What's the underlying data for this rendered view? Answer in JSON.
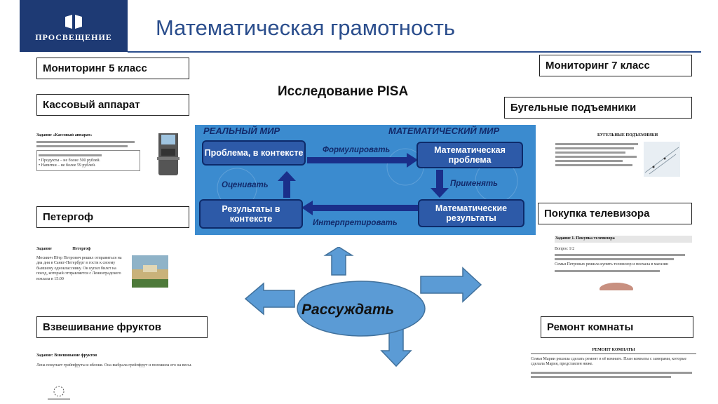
{
  "header": {
    "logo_text": "ПРОСВЕЩЕНИЕ",
    "title": "Математическая грамотность"
  },
  "subheading": "Исследование PISA",
  "left_items": [
    {
      "label": "Мониторинг 5 класс"
    },
    {
      "label": "Кассовый аппарат"
    },
    {
      "label": "Петергоф"
    },
    {
      "label": "Взвешивание фруктов"
    }
  ],
  "right_items": [
    {
      "label": "Мониторинг 7 класс"
    },
    {
      "label": "Бугельные подъемники"
    },
    {
      "label": "Покупка телевизора"
    },
    {
      "label": "Ремонт комнаты"
    }
  ],
  "thumbnails": {
    "cash_register": {
      "title": "Задание «Кассовый аппарат»",
      "lines": [
        "• Продукты – не более 500 рублей.",
        "• Напитки – не более 59 рублей."
      ]
    },
    "peterhof": {
      "title": "Задание",
      "title2": "Петергоф",
      "text": "Москвич Пётр Петрович решил отправиться на два дня в Санкт-Петербург в гости к своему бывшему однокласснику. Он купил билет на поезд, который отправляется с Ленинградского вокзала в 15:00"
    },
    "fruits": {
      "title": "Задание: Взвешивание фруктов",
      "text": "Лена покупает грейпфруты и яблоки. Она выбрала грейпфрут и положила его на весы."
    },
    "lifts": {
      "title": "БУГЕЛЬНЫЕ ПОДЪЁМНИКИ"
    },
    "tv": {
      "title": "Задание 1. Покупка телевизора",
      "text": "Вопрос 1/2",
      "text2": "Семья Петровых решила купить телевизор и поехала в магазин"
    },
    "repair": {
      "title": "РЕМОНТ КОМНАТЫ",
      "text": "Семья Марии решила сделать ремонт в её комнате. План комнаты с замерами, которые сделала Мария, представлен ниже."
    }
  },
  "pisa_cycle": {
    "real_world": "РЕАЛЬНЫЙ МИР",
    "math_world": "МАТЕМАТИЧЕСКИЙ МИР",
    "problem_context": "Проблема, в контексте",
    "math_problem": "Математическая проблема",
    "math_results": "Математические результаты",
    "results_context": "Результаты в контексте",
    "formulate": "Формулировать",
    "apply": "Применять",
    "interpret": "Интерпретировать",
    "evaluate": "Оценивать"
  },
  "center": {
    "label": "Рассуждать"
  },
  "colors": {
    "brand": "#1e3a74",
    "title": "#2a4d8c",
    "arrow": "#5b9bd5",
    "arrow_stroke": "#41719c",
    "diagram_bg": "#3b8bcf"
  }
}
